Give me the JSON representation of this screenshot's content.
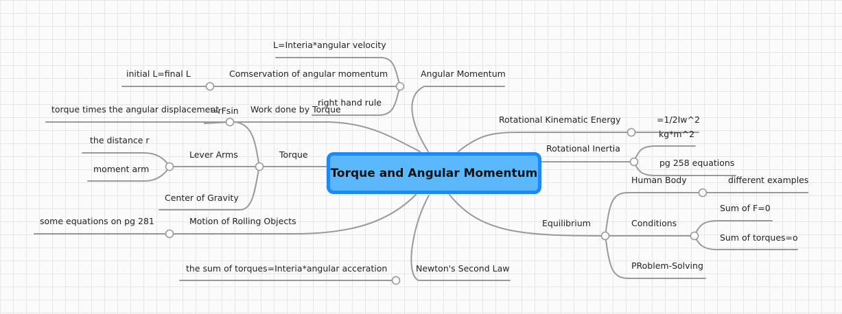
{
  "central": "Torque and Angular Momentum",
  "angular_momentum": {
    "label": "Angular Momentum",
    "children": [
      "L=Interia*angular velocity",
      "Comservation of angular momentum",
      "right hand rule"
    ],
    "conservation_detail": "initial L=final L"
  },
  "work_done": {
    "label": "Work done by Torque",
    "formula": "=rFsin",
    "detail": "torque times the angular displacement"
  },
  "torque": {
    "label": "Torque",
    "lever_arms": "Lever Arms",
    "lever_children": [
      "the distance r",
      "moment arm"
    ],
    "center_of_gravity": "Center of Gravity"
  },
  "rolling": {
    "label": "Motion of Rolling Objects",
    "detail": "some equations on pg 281"
  },
  "newton": {
    "label": "Newton's Second Law",
    "detail": "the sum of torques=Interia*angular acceration"
  },
  "rot_ke": {
    "label": "Rotational Kinematic Energy",
    "detail": "=1/2Iw^2"
  },
  "rot_inertia": {
    "label": "Rotational Inertia",
    "children": [
      "kg*m^2",
      "pg 258 equations"
    ]
  },
  "equilibrium": {
    "label": "Equilibrium",
    "human_body": "Human Body",
    "human_body_detail": "different examples",
    "conditions": "Conditions",
    "conditions_children": [
      "Sum of F=0",
      "Sum of torques=o"
    ],
    "problem_solving": "PRoblem-Solving"
  },
  "colors": {
    "branch": "#999999",
    "central_fill": "#5ab8fb",
    "central_border": "#1e88f5"
  }
}
